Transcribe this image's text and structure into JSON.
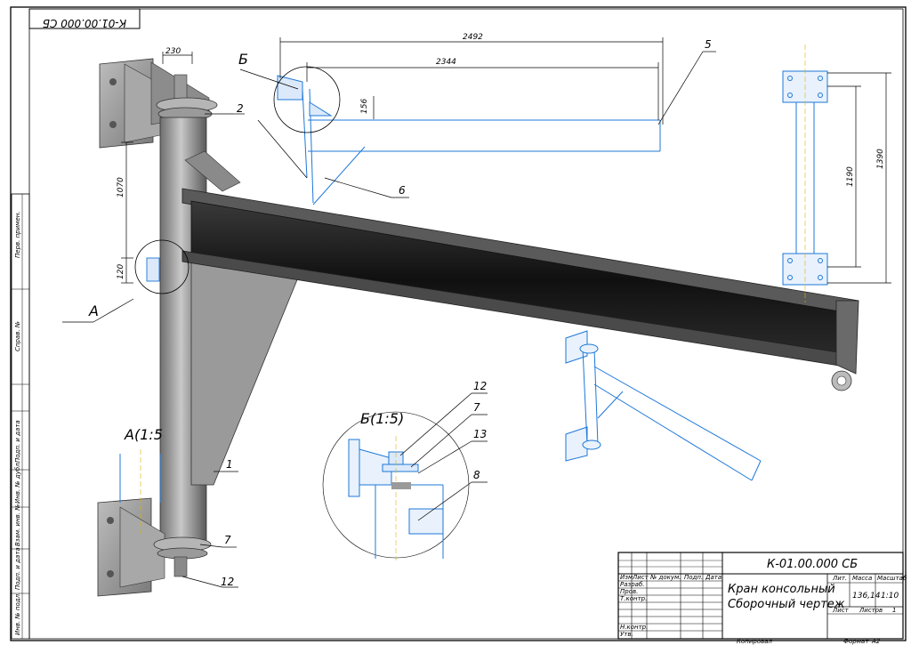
{
  "stamp": {
    "code_inverted": "К-01.00.000 СБ"
  },
  "side_strip": {
    "cells": [
      "Перв. примен.",
      "Справ. №",
      "Подп. и дата",
      "Инв. № дубл.",
      "Взам. инв. №",
      "Подп. и дата",
      "Инв. № подл."
    ]
  },
  "dimensions": {
    "d230": "230",
    "d2492": "2492",
    "d2344": "2344",
    "d156": "156",
    "d1070": "1070",
    "d120": "120",
    "d1190": "1190",
    "d1390": "1390"
  },
  "callouts": {
    "c1": "1",
    "c2": "2",
    "c5": "5",
    "c6": "6",
    "c7": "7",
    "c12": "12",
    "b12": "12",
    "b7": "7",
    "b13": "13",
    "b8": "8"
  },
  "views": {
    "view_a_letter": "А",
    "view_b_letter": "Б",
    "view_a_title": "А(1:5",
    "view_b_title": "Б(1:5)"
  },
  "title_block": {
    "designation": "К-01.00.000 СБ",
    "name_line1": "Кран консольный",
    "name_line2": "Сборочный чертеж",
    "col_headers": [
      "Изм",
      "Лист",
      "№ докум.",
      "Подп.",
      "Дата"
    ],
    "roles": [
      "Разраб.",
      "Пров.",
      "Т.контр.",
      "",
      "Н.контр.",
      "Утв."
    ],
    "lit_label": "Лит.",
    "mass_label": "Масса",
    "scale_label": "Масштаб",
    "mass_value": "136,14",
    "scale_value": "1:10",
    "sheet_label": "Лист",
    "sheets_label": "Листов",
    "sheets_value": "1",
    "copied_label": "Копировал",
    "format_label": "Формат",
    "format_value": "А2"
  },
  "colors": {
    "line": "#000000",
    "accent_blue": "#1e78d8",
    "steel": "#9c9c9c",
    "beam": "#1a1a1a"
  }
}
